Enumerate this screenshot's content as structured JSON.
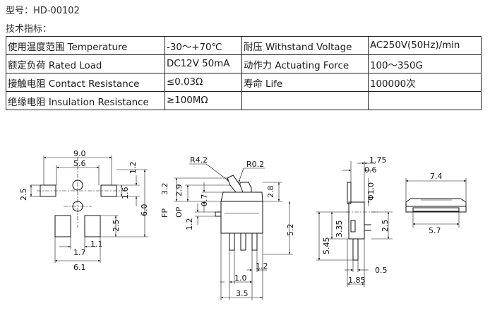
{
  "header": {
    "model_label": "型号：",
    "model_value": "HD-00102",
    "spec_label": "技术指标："
  },
  "spec_table": [
    [
      "使用温度范围 Temperature",
      "-30～+70℃",
      "耐压 Withstand Voltage",
      "AC250V(50Hz)/min"
    ],
    [
      "额定负荷 Rated Load",
      "DC12V 50mA",
      "动作力 Actuating Force",
      "100～350G"
    ],
    [
      "接触电阻 Contact Resistance",
      "≤0.03Ω",
      "寿命 Life",
      "100000次"
    ],
    [
      "绝缘电阻 Insulation Resistance",
      "≥100MΩ",
      "",
      ""
    ]
  ],
  "drawing": {
    "front": {
      "d_9_0": "9.0",
      "d_5_6": "5.6",
      "d_1_2": "1.2",
      "d_2_5_left": "2.5",
      "d_1_6": "1.6",
      "d_6_0": "6.0",
      "d_2_5_mid": "2.5",
      "d_1_1": "1.1",
      "d_1_7": "1.7",
      "d_6_1": "6.1"
    },
    "side": {
      "r_4_2": "R4.2",
      "r_0_2": "R0.2",
      "d_3_2": "3.2",
      "d_2_9": "2.9",
      "fp": "FP",
      "op": "OP",
      "d_0_7": "0.7",
      "d_2_8": "2.8",
      "d_1_2": "1.2",
      "d_5_2": "5.2",
      "d_1_2_bottom": "1.2",
      "d_1_0": "1.0",
      "d_3_5": "3.5"
    },
    "end": {
      "d_1_75": "1.75",
      "d_0_6": "0.6",
      "phi_1_0": "Φ1.0",
      "d_3_35": "3.35",
      "d_5_45": "5.45",
      "d_2_5": "2.5",
      "d_0_5": "0.5",
      "d_1_85": "1.85"
    },
    "top": {
      "d_7_4": "7.4",
      "d_5_7": "5.7"
    }
  }
}
